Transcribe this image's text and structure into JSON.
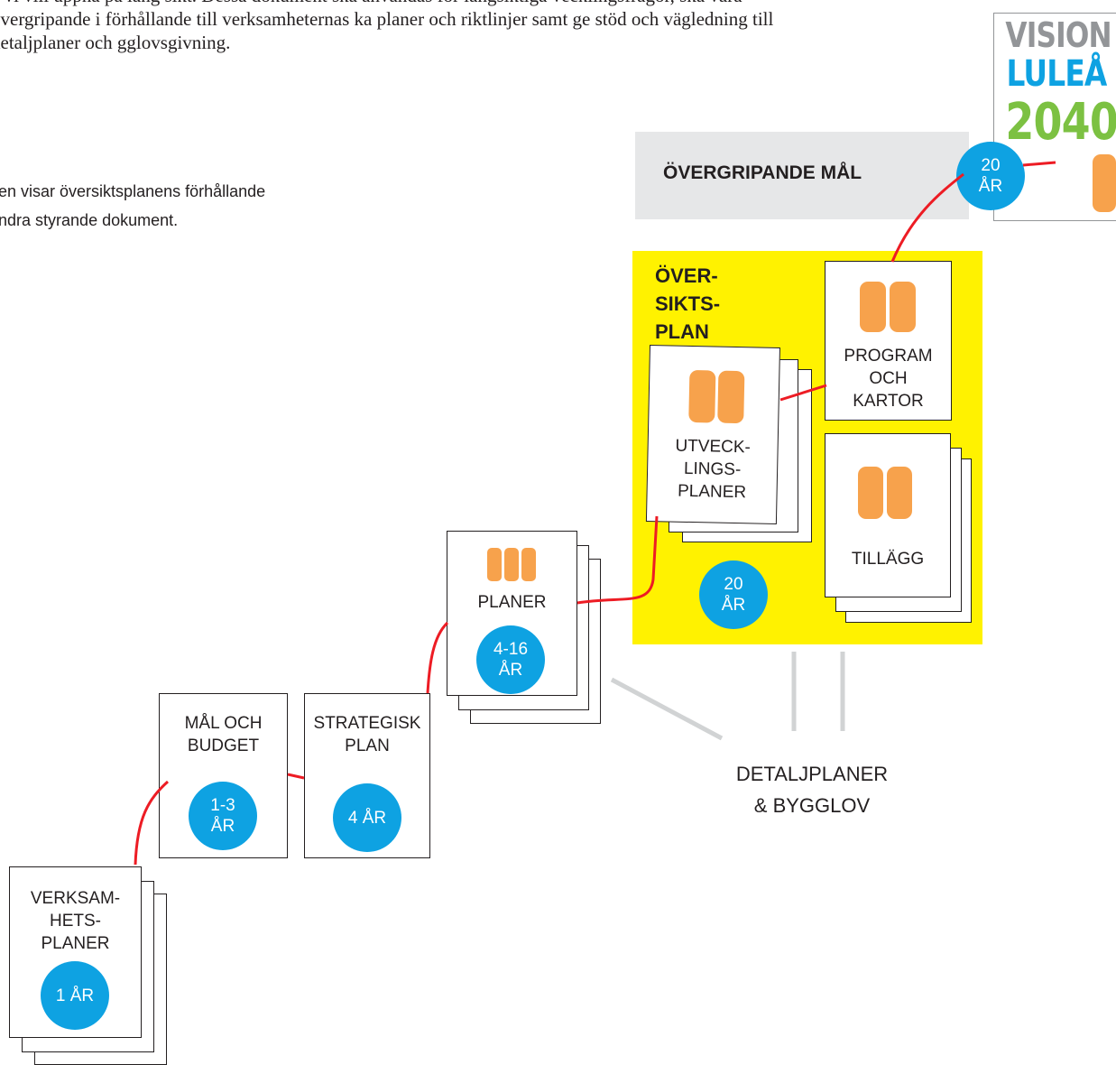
{
  "intro_text": "a vi vill uppnå på lång sikt. Dessa dokument ska användas för långsiktiga vecklingsfrågor, ska vara övergripande i förhållande till verksamheternas ka planer och riktlinjer samt ge stöd och vägledning till detaljplaner och gglovsgivning.",
  "caption": "den visar översiktsplanens förhållande\nandra styrande dokument.",
  "logo": {
    "line1": "VISION",
    "line2": "LULEÅ",
    "line3": "2040"
  },
  "overgripande": {
    "label": "ÖVERGRIPANDE MÅL",
    "badge": "20\nÅR"
  },
  "oversiktsplan": {
    "title": "ÖVER-\nSIKTS-\nPLAN",
    "badge": "20\nÅR"
  },
  "program": {
    "label": "PROGRAM\nOCH\nKARTOR"
  },
  "utveckling": {
    "label": "UTVECK-\nLINGS-\nPLANER"
  },
  "tillagg": {
    "label": "TILLÄGG"
  },
  "planer": {
    "label": "PLANER",
    "badge": "4-16\nÅR"
  },
  "strategisk": {
    "label": "STRATEGISK\nPLAN",
    "badge": "4 ÅR"
  },
  "mal_budget": {
    "label": "MÅL OCH\nBUDGET",
    "badge": "1-3\nÅR"
  },
  "verksamhet": {
    "label": "VERKSAM-\nHETS-\nPLANER",
    "badge": "1 ÅR"
  },
  "detaljplaner": {
    "label": "DETALJPLANER\n& BYGGLOV"
  },
  "colors": {
    "yellow": "#fff200",
    "grey_panel": "#e6e7e8",
    "badge_blue": "#0ea2e2",
    "orange": "#f7a24c",
    "red_line": "#ed1c24",
    "logo_grey": "#939598",
    "logo_blue": "#0ea2e2",
    "logo_green": "#7cc142"
  }
}
